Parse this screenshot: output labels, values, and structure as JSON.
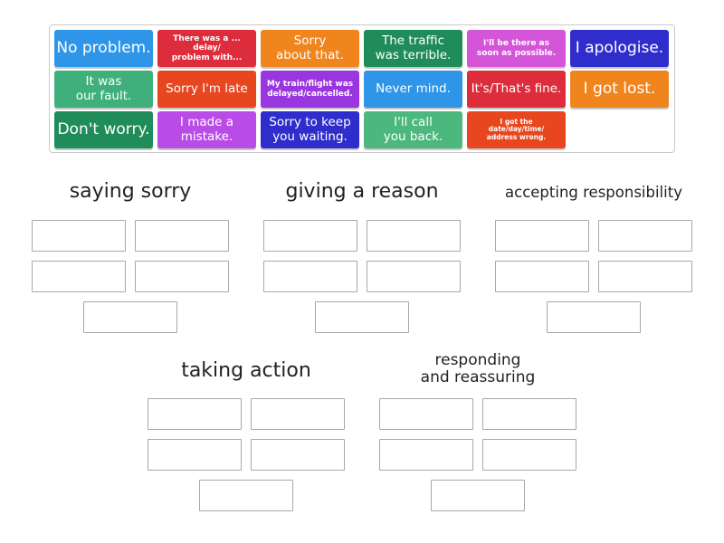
{
  "colors": {
    "blue": "#2e95e8",
    "red": "#dd2d3c",
    "orange": "#f0851e",
    "green": "#1f8c5a",
    "pink": "#d555d8",
    "indigo": "#2f2ecd",
    "mint": "#3fb07b",
    "red_orange": "#e8461f",
    "purple": "#9a36e0",
    "violet": "#b94ce6",
    "light_green": "#4db87e"
  },
  "tiles": [
    {
      "label": "No problem."
    },
    {
      "label": "There was a ... delay/\nproblem with..."
    },
    {
      "label": "Sorry\nabout that."
    },
    {
      "label": "The traffic\nwas terrible."
    },
    {
      "label": "I'll be there as\nsoon as possible."
    },
    {
      "label": "I apologise."
    },
    {
      "label": "It was\nour fault."
    },
    {
      "label": "Sorry I'm late"
    },
    {
      "label": "My train/flight was\ndelayed/cancelled."
    },
    {
      "label": "Never mind."
    },
    {
      "label": "It's/That's fine."
    },
    {
      "label": "I got lost."
    },
    {
      "label": "Don't worry."
    },
    {
      "label": "I made a\nmistake."
    },
    {
      "label": "Sorry to keep\nyou waiting."
    },
    {
      "label": "I'll call\nyou back."
    },
    {
      "label": "I got the\ndate/day/time/\naddress wrong."
    }
  ],
  "categories": [
    {
      "title": "saying sorry"
    },
    {
      "title": "giving a reason"
    },
    {
      "title": "accepting responsibility"
    },
    {
      "title": "taking action"
    },
    {
      "title": "responding\nand reassuring"
    }
  ]
}
